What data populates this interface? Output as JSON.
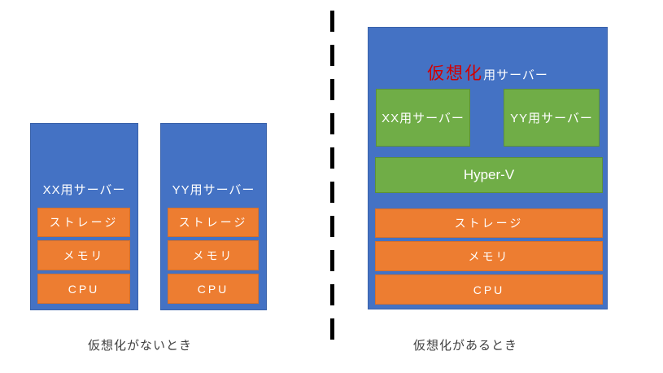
{
  "colors": {
    "server_box_fill": "#4472C4",
    "component_fill": "#ED7D31",
    "vm_fill": "#70AD47",
    "title_highlight": "#D20000",
    "box_text": "#FFFFFF",
    "caption_text": "#3F3F3F",
    "divider": "#000000",
    "background": "#FFFFFF"
  },
  "left_panel": {
    "caption": "仮想化がないとき",
    "servers": [
      {
        "label": "XX用サーバー",
        "components": [
          "ストレージ",
          "メモリ",
          "CPU"
        ]
      },
      {
        "label": "YY用サーバー",
        "components": [
          "ストレージ",
          "メモリ",
          "CPU"
        ]
      }
    ]
  },
  "right_panel": {
    "caption": "仮想化があるとき",
    "host": {
      "title_highlight": "仮想化",
      "title_rest": "用サーバー",
      "vms": [
        "XX用サーバー",
        "YY用サーバー"
      ],
      "hypervisor": "Hyper-V",
      "components": [
        "ストレージ",
        "メモリ",
        "CPU"
      ]
    }
  }
}
